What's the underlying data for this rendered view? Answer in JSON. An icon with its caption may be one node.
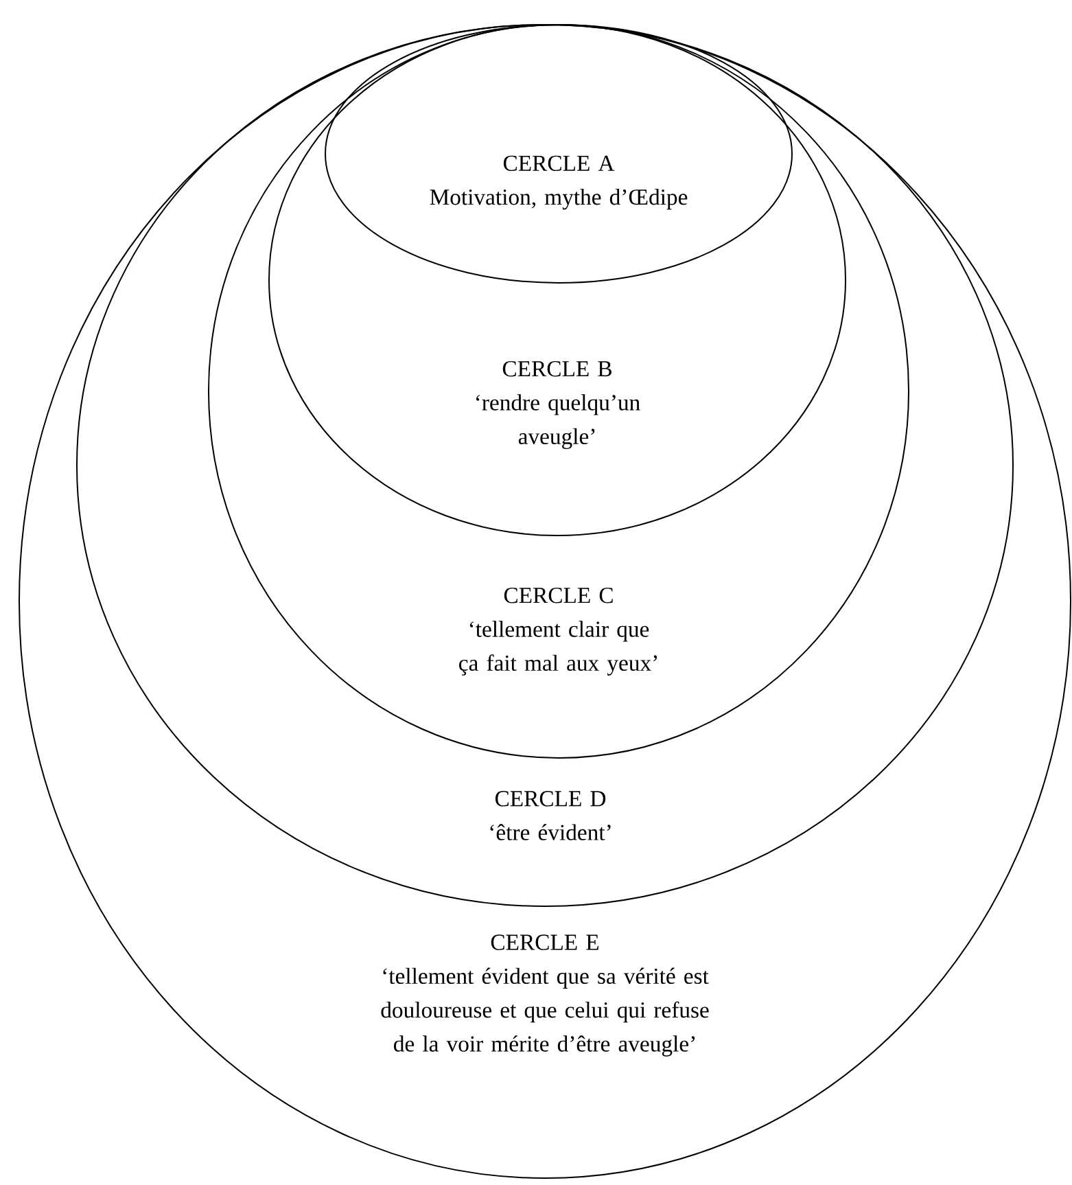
{
  "diagram": {
    "nodes": [
      {
        "text": [
          "CERCLE E",
          "‘tellement évident que sa vérité est douloureuse et que celui qui refuse de la voir mérite d’être aveugle’"
        ]
      },
      {
        "text": [
          "CERCLE D",
          "‘être évident’"
        ],
        "in": 0
      },
      {
        "text": [
          "CERCLE C",
          "‘tellement clair que ça fait mal aux yeux’"
        ],
        "in": 1
      },
      {
        "text": [
          "CERCLE B",
          "‘rendre quelqu’un aveugle’"
        ],
        "in": 2
      },
      {
        "text": [
          "CERCLE A",
          "Motivation, mythe d’Œdipe"
        ],
        "in": 3
      }
    ]
  }
}
